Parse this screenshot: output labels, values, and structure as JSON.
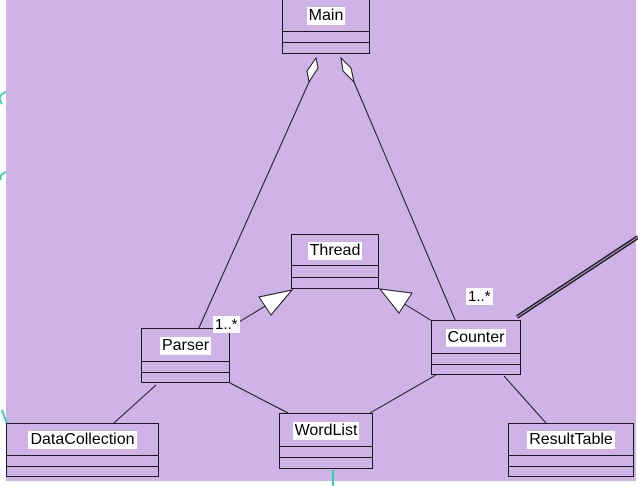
{
  "colors": {
    "background": "#cfb2e8",
    "line": "#1a1a1a",
    "stray_accent": "#2fd6b4"
  },
  "classes": {
    "main": "Main",
    "thread": "Thread",
    "parser": "Parser",
    "counter": "Counter",
    "data_collection": "DataCollection",
    "word_list": "WordList",
    "result_table": "ResultTable"
  },
  "multiplicities": {
    "parser_thread": "1..*",
    "counter_main": "1..*"
  }
}
